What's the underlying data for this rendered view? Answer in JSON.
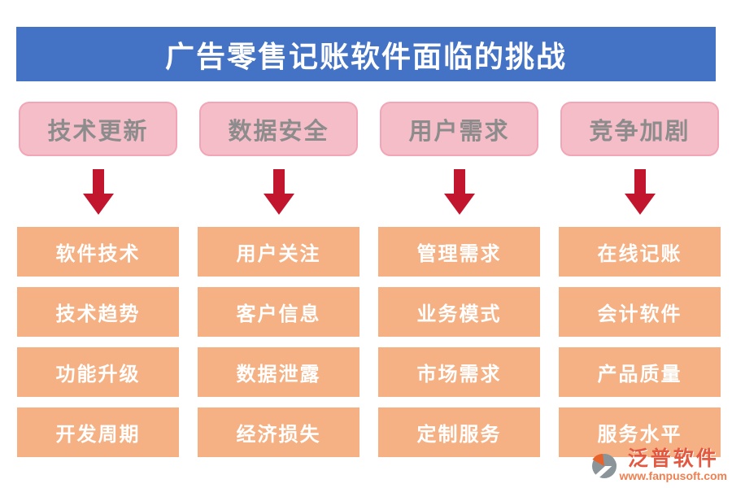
{
  "title": "广告零售记账软件面临的挑战",
  "columns": [
    {
      "header": "技术更新",
      "items": [
        "软件技术",
        "技术趋势",
        "功能升级",
        "开发周期"
      ]
    },
    {
      "header": "数据安全",
      "items": [
        "用户关注",
        "客户信息",
        "数据泄露",
        "经济损失"
      ]
    },
    {
      "header": "用户需求",
      "items": [
        "管理需求",
        "业务模式",
        "市场需求",
        "定制服务"
      ]
    },
    {
      "header": "竞争加剧",
      "items": [
        "在线记账",
        "会计软件",
        "产品质量",
        "服务水平"
      ]
    }
  ],
  "watermark": {
    "brand": "泛普软件",
    "url": "www.fanpusoft.com"
  },
  "colors": {
    "title_bg": "#4472C4",
    "title_text": "#FFFFFF",
    "category_bg": "#F5BDC8",
    "category_border": "#F1A6B7",
    "category_text": "#8C8C8C",
    "item_bg": "#F5B183",
    "item_text": "#FFFFFF",
    "arrow_red": "#C2152E",
    "brand_text": "#E25840",
    "brand_url": "#EE8052",
    "logo_gray": "#8A9499",
    "logo_orange": "#E8632C"
  }
}
